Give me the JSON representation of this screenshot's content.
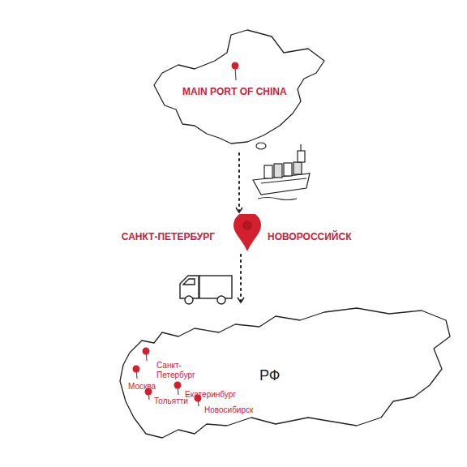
{
  "diagram": {
    "nodes": [
      {
        "text": [
          "MAIN PORT OF CHINA"
        ]
      },
      {
        "text": [
          "САНКТ-ПЕТЕРБУРГ",
          "НОВОРОССИЙСК"
        ]
      },
      {
        "text": [
          "РФ",
          "Санкт- Петербург",
          "Москва",
          "Тольятти",
          "Екатеринбург",
          "Новосибирск"
        ]
      }
    ],
    "edges": [
      {
        "from": 0,
        "to": 1,
        "arrow": "to"
      },
      {
        "from": 1,
        "to": 2,
        "arrow": "to"
      }
    ]
  }
}
